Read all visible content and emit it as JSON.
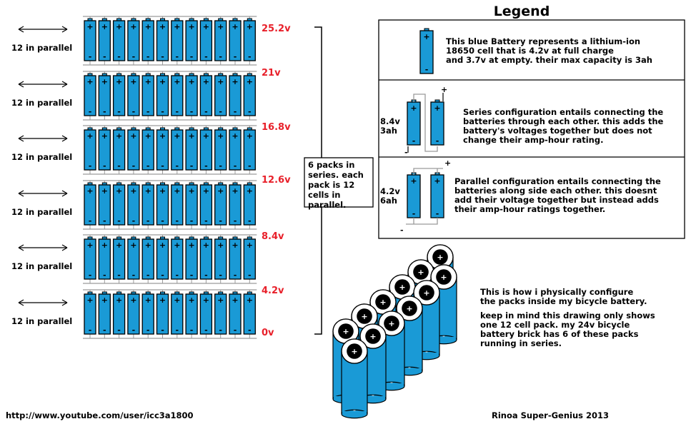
{
  "colors": {
    "cell": "#1a9ad6",
    "cell_dark": "#000000",
    "voltage": "#e8202a",
    "wire": "#9a9a9a"
  },
  "packs": {
    "count": 6,
    "cells_per_pack": 12,
    "parallel_label": "12 in parallel",
    "voltages": [
      "25.2v",
      "21v",
      "16.8v",
      "12.6v",
      "8.4v",
      "4.2v",
      "0v"
    ]
  },
  "series_note": [
    "6 packs in",
    "series. each",
    "pack is 12",
    "cells in",
    "parallel."
  ],
  "legend": {
    "title": "Legend",
    "single": [
      "This blue Battery represents a lithium-ion",
      "18650 cell that is 4.2v at full charge",
      "and 3.7v at empty. their max capacity is 3ah"
    ],
    "series_value": [
      "8.4v",
      "3ah"
    ],
    "series": [
      "Series configuration entails connecting the",
      "batteries through each other. this adds the",
      "battery's voltages together but does not",
      "change their amp-hour rating."
    ],
    "parallel_value": [
      "4.2v",
      "6ah"
    ],
    "parallel": [
      "Parallel configuration entails connecting the",
      "batteries along side each other. this doesnt",
      "add their voltage together but instead adds",
      "their amp-hour ratings together."
    ]
  },
  "physical": {
    "line1": [
      "This is how i physically configure",
      "the packs inside my bicycle battery."
    ],
    "line2": [
      "keep in mind this drawing only shows",
      "one 12 cell pack. my 24v bicycle",
      "battery brick has 6 of these packs",
      "running in series."
    ]
  },
  "footer": {
    "url": "http://www.youtube.com/user/icc3a1800",
    "credit": "Rinoa Super-Genius 2013"
  },
  "symbols": {
    "plus": "+",
    "minus": "-"
  }
}
